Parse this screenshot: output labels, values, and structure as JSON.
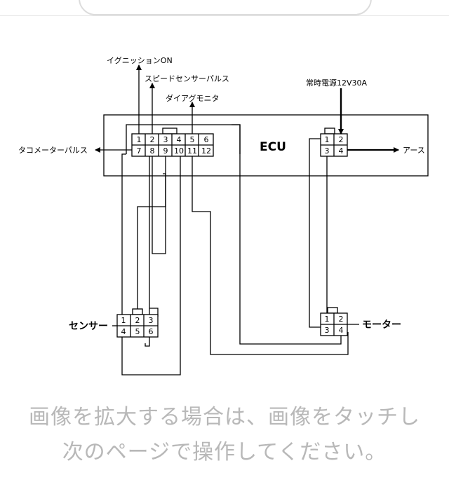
{
  "labels": {
    "ignition": "イグニッションON",
    "speed_sensor": "スピードセンサーパルス",
    "diag": "ダイアグモニタ",
    "power": "常時電源12V30A",
    "tacho": "タコメーターパルス",
    "earth": "アース",
    "ecu": "ECU",
    "sensor": "センサー",
    "motor": "モーター"
  },
  "ecu_pins": [
    "1",
    "2",
    "3",
    "4",
    "5",
    "6",
    "7",
    "8",
    "9",
    "10",
    "11",
    "12"
  ],
  "power_pins": [
    "1",
    "2",
    "3",
    "4"
  ],
  "sensor_pins": [
    "1",
    "2",
    "3",
    "4",
    "5",
    "6"
  ],
  "motor_pins": [
    "1",
    "2",
    "3",
    "4"
  ],
  "caption": {
    "line1": "画像を拡大する場合は、画像をタッチし",
    "line2": "次のページで操作してください。"
  }
}
